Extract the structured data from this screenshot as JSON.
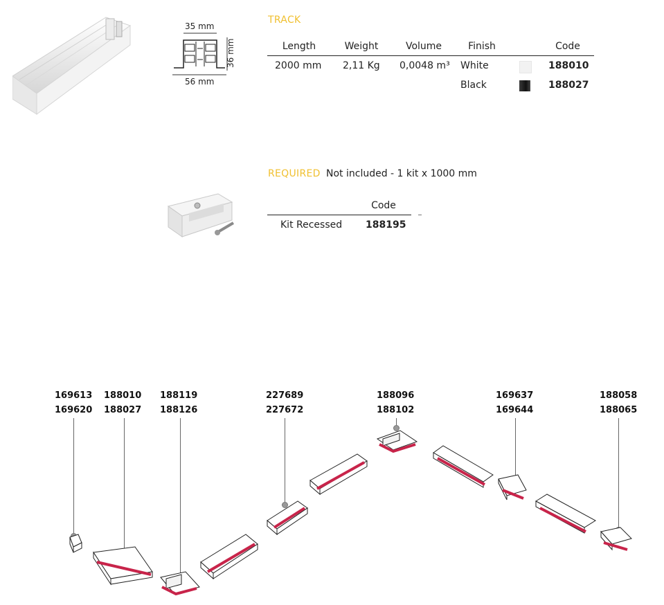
{
  "track": {
    "title": "TRACK",
    "dims": {
      "width_top": "35 mm",
      "height": "36 mm",
      "width_bottom": "56 mm"
    },
    "headers": [
      "Length",
      "Weight",
      "Volume",
      "Finish",
      "Code"
    ],
    "row": {
      "length": "2000 mm",
      "weight": "2,11 Kg",
      "volume": "0,0048 m³"
    },
    "finishes": [
      {
        "finish": "White",
        "code": "188010",
        "color": "#f2f2f2"
      },
      {
        "finish": "Black",
        "code": "188027",
        "color": "#1b1b1b"
      }
    ]
  },
  "required": {
    "title": "REQUIRED",
    "note": "Not included - 1 kit x 1000 mm",
    "header_code": "Code",
    "kit_name": "Kit Recessed",
    "kit_code": "188195"
  },
  "components": [
    {
      "codes": [
        "169613",
        "169620"
      ]
    },
    {
      "codes": [
        "188010",
        "188027"
      ]
    },
    {
      "codes": [
        "188119",
        "188126"
      ]
    },
    {
      "codes": [
        "227689",
        "227672"
      ]
    },
    {
      "codes": [
        "188096",
        "188102"
      ]
    },
    {
      "codes": [
        "169637",
        "169644"
      ]
    },
    {
      "codes": [
        "188058",
        "188065"
      ]
    }
  ],
  "colors": {
    "accent": "#f0c030",
    "track_red": "#c8244a"
  }
}
